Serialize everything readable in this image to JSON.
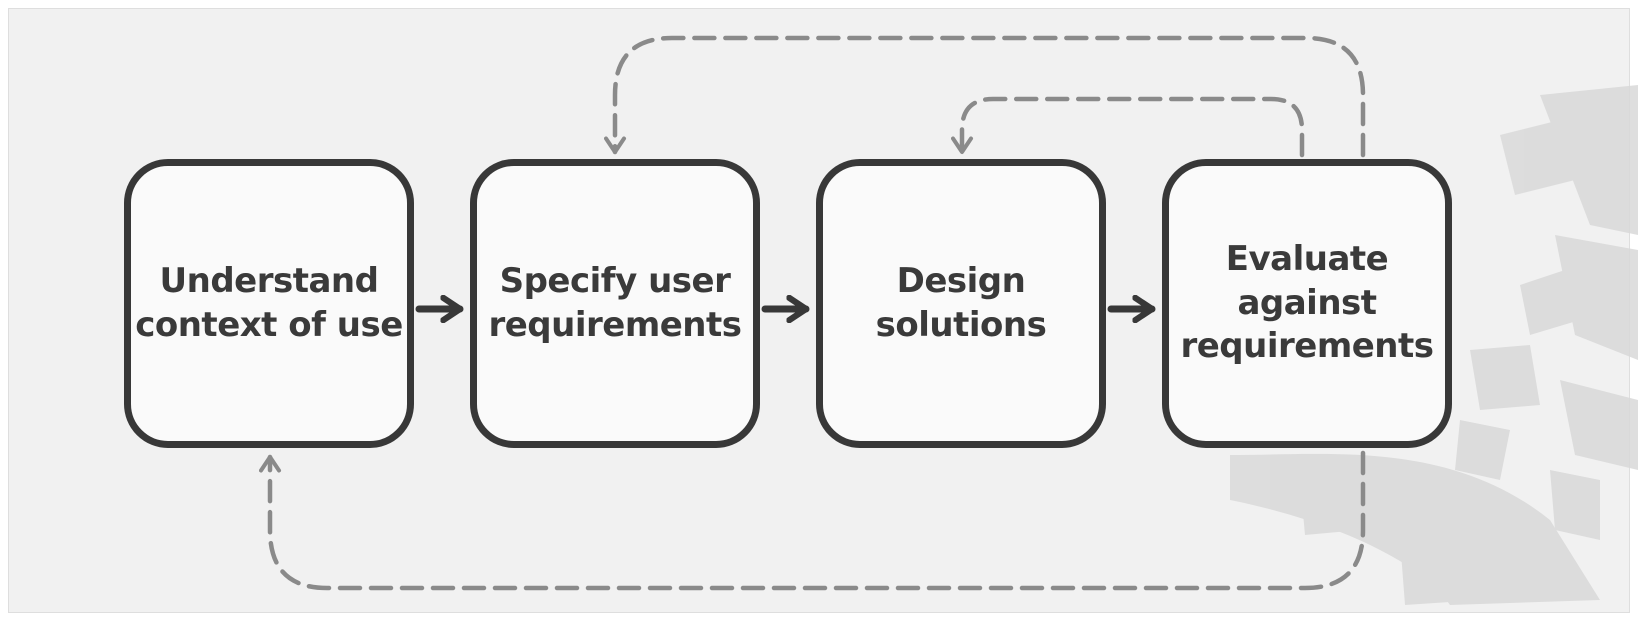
{
  "diagram": {
    "steps": [
      {
        "id": "understand",
        "label": "Understand\ncontext of use"
      },
      {
        "id": "specify",
        "label": "Specify user\nrequirements"
      },
      {
        "id": "design",
        "label": "Design\nsolutions"
      },
      {
        "id": "evaluate",
        "label": "Evaluate\nagainst\nrequirements"
      }
    ],
    "colors": {
      "box_border": "#383838",
      "box_fill": "#fafafa",
      "solid_arrow": "#383838",
      "dashed_arrow": "#8a8a8a",
      "background": "#f1f1f1",
      "watermark": "#d9d9d9"
    }
  }
}
